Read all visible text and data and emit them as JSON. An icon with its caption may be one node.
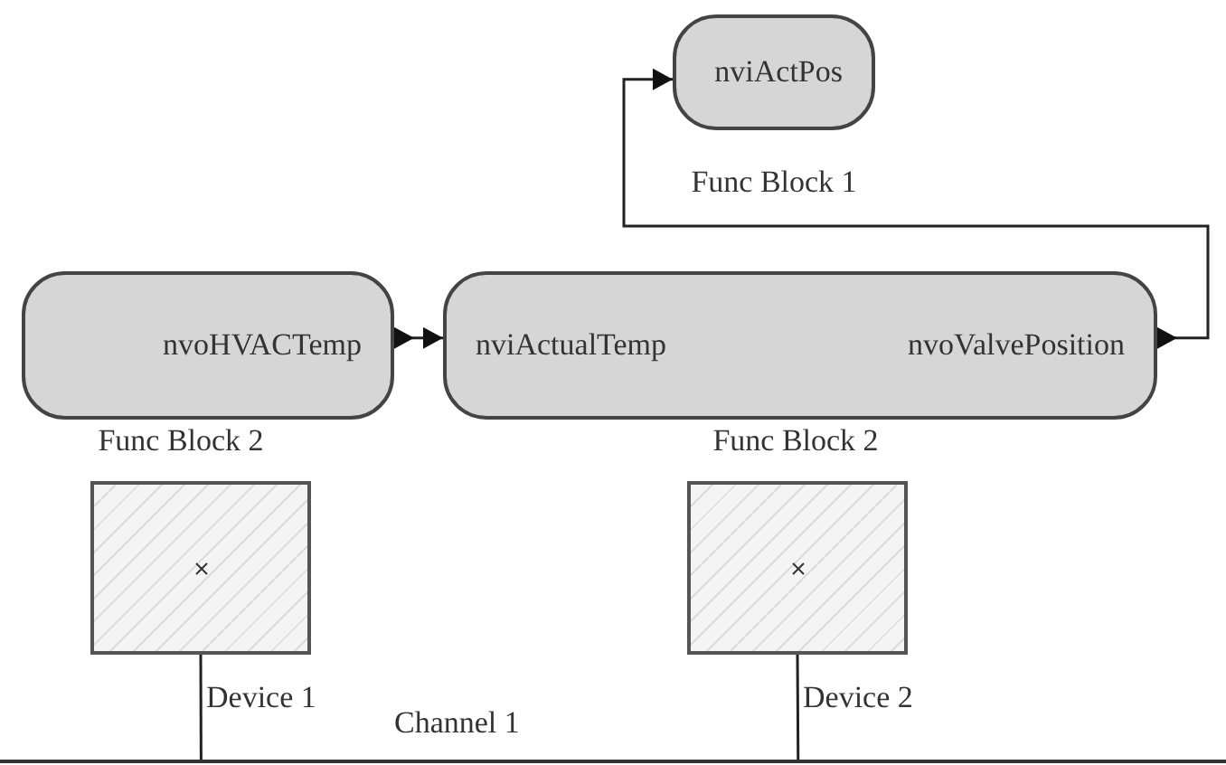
{
  "diagram": {
    "nodes": [
      {
        "text": [
          "nviActPos"
        ],
        "beside": [
          "Func Block 1"
        ]
      },
      {
        "text": [
          "nvoHVACTemp"
        ],
        "beside": [
          "Func Block 2"
        ]
      },
      {
        "text": [
          "nviActualTemp",
          "nvoValvePosition"
        ],
        "beside": [
          "Func Block 2"
        ]
      },
      {
        "text": [],
        "shape": "box",
        "beside": [
          "Device 1"
        ]
      },
      {
        "text": [],
        "shape": "box",
        "beside": [
          "Device 2"
        ]
      },
      {
        "text": [],
        "shape": "bar",
        "beside": [
          "Channel 1"
        ]
      }
    ],
    "edges": [
      {
        "from": 1,
        "to": 2,
        "arrow": "to"
      },
      {
        "from": 2,
        "to": 0,
        "arrow": "to"
      },
      {
        "from": 3,
        "to": 5,
        "arrow": "none"
      },
      {
        "from": 4,
        "to": 5,
        "arrow": "none"
      }
    ]
  }
}
